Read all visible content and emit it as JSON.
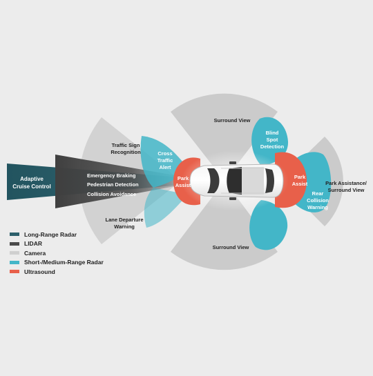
{
  "colors": {
    "background": "#ececec",
    "long_range_radar": "#2c5f6b",
    "lidar": "#4a4a4a",
    "camera": "#cfcfcf",
    "short_medium_range_radar": "#43b6c8",
    "ultrasound": "#e8604a"
  },
  "labels": {
    "adaptive_cruise_control": [
      "Adaptive",
      "Cruise Control"
    ],
    "emergency_braking": "Emergency Braking",
    "pedestrian_detection": "Pedestrian Detection",
    "collision_avoidance": "Collision Avoidance",
    "traffic_sign_recognition": [
      "Traffic Sign",
      "Recognition"
    ],
    "lane_departure_warning": [
      "Lane Departure",
      "Warning"
    ],
    "cross_traffic_alert": [
      "Cross",
      "Traffic",
      "Alert"
    ],
    "surround_view_top": "Surround View",
    "surround_view_bottom": "Surround View",
    "blind_spot_detection": [
      "Blind",
      "Spot",
      "Detection"
    ],
    "park_assist_front": [
      "Park",
      "Assist"
    ],
    "park_assist_rear": [
      "Park",
      "Assist"
    ],
    "rear_collision_warning": [
      "Rear",
      "Collision",
      "Warning"
    ],
    "park_assistance_surround_view": [
      "Park Assistance/",
      "Surround View"
    ]
  },
  "legend": [
    {
      "label": "Long-Range Radar",
      "color": "#2c5f6b"
    },
    {
      "label": "LIDAR",
      "color": "#4a4a4a"
    },
    {
      "label": "Camera",
      "color": "#cfcfcf"
    },
    {
      "label": "Short-/Medium-Range Radar",
      "color": "#43b6c8"
    },
    {
      "label": "Ultrasound",
      "color": "#e8604a"
    }
  ]
}
